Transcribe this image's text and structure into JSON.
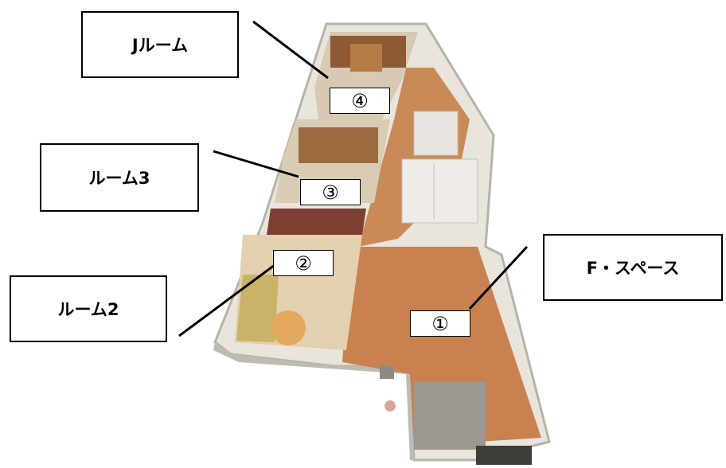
{
  "callouts": {
    "j_room": "Jルーム",
    "room3": "ルーム3",
    "room2": "ルーム2",
    "f_space": "F・スペース"
  },
  "markers": {
    "m1": "①",
    "m2": "②",
    "m3": "③",
    "m4": "④"
  },
  "colors": {
    "floor": "#c9814f",
    "wall": "#e8e4dc",
    "outline": "#000000"
  }
}
